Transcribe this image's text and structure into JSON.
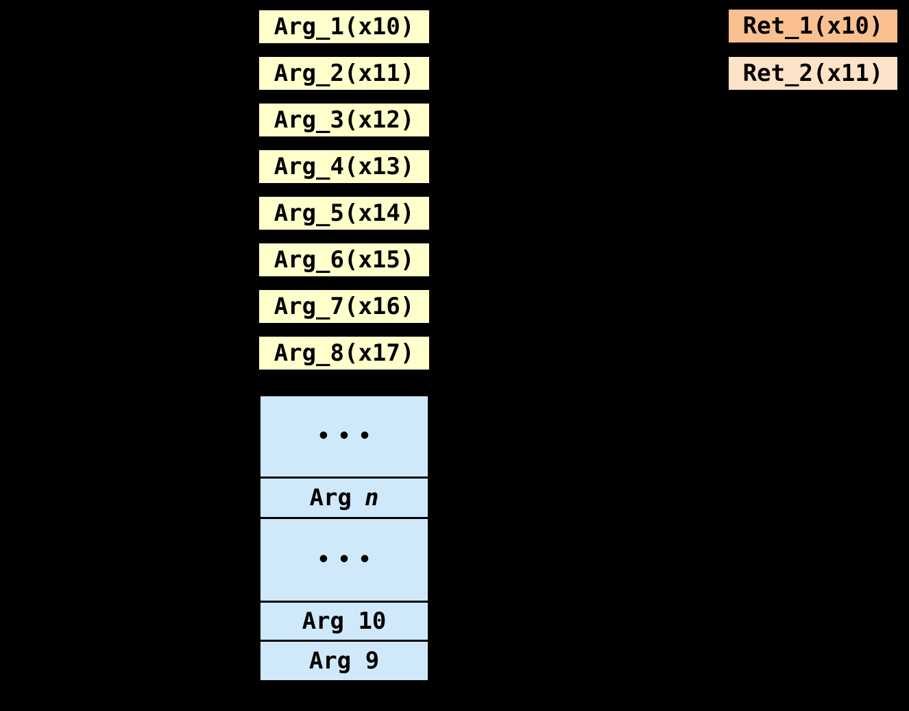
{
  "colors": {
    "background": "#000000",
    "text": "#000000",
    "argument_register_fill": "#FFFFCC",
    "return_register_1_fill": "#FAC090",
    "return_register_2_fill": "#FDE3C8",
    "stack_fill": "#CFE9FA",
    "stack_border": "#000000"
  },
  "argument_registers": {
    "items": [
      {
        "label": "Arg_1(x10)"
      },
      {
        "label": "Arg_2(x11)"
      },
      {
        "label": "Arg_3(x12)"
      },
      {
        "label": "Arg_4(x13)"
      },
      {
        "label": "Arg_5(x14)"
      },
      {
        "label": "Arg_6(x15)"
      },
      {
        "label": "Arg_7(x16)"
      },
      {
        "label": "Arg_8(x17)"
      }
    ]
  },
  "return_registers": {
    "items": [
      {
        "label": "Ret_1(x10)"
      },
      {
        "label": "Ret_2(x11)"
      }
    ]
  },
  "stack": {
    "cells": [
      {
        "label": "•••"
      },
      {
        "label_prefix": "Arg",
        "label_variable": "n"
      },
      {
        "label": "•••"
      },
      {
        "label": "Arg 10"
      },
      {
        "label": "Arg 9"
      }
    ]
  }
}
